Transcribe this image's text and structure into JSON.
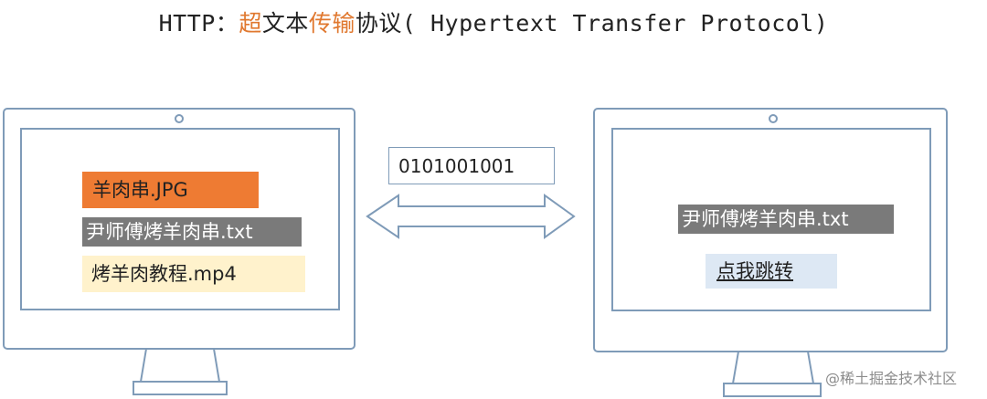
{
  "title": {
    "part1": "HTTP：",
    "part2": "超",
    "part3": "文本",
    "part4": "传输",
    "part5": "协议( Hypertext Transfer Protocol)"
  },
  "left_screen": {
    "files": [
      "羊肉串.JPG",
      "尹师傅烤羊肉串.txt",
      "烤羊肉教程.mp4"
    ]
  },
  "transfer": {
    "binary": "0101001001"
  },
  "right_screen": {
    "file": "尹师傅烤羊肉串.txt",
    "link": "点我跳转"
  },
  "watermark": "@稀土掘金技术社区",
  "colors": {
    "orange": "#ee7b33",
    "gray": "#7a7a7a",
    "cream": "#fff2cc",
    "light_blue": "#dde8f4",
    "outline": "#7f9bb8"
  }
}
